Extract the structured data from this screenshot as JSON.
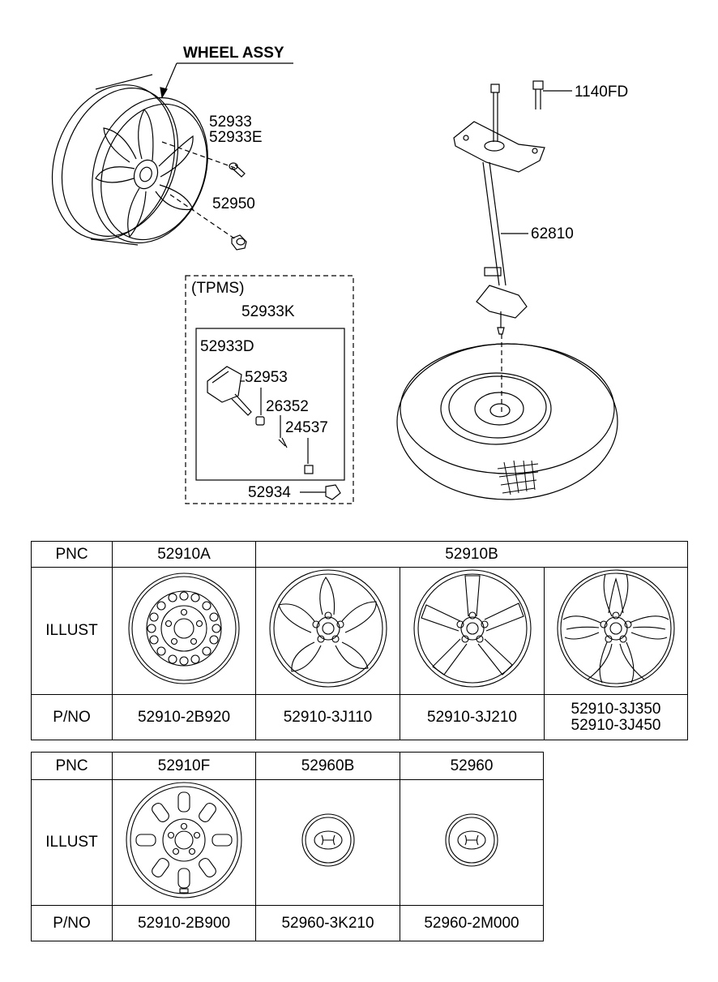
{
  "callouts": {
    "wheel_assy": "WHEEL ASSY",
    "p52933": "52933",
    "p52933E": "52933E",
    "p52950": "52950",
    "p1140FD": "1140FD",
    "p62810": "62810",
    "tpms": "(TPMS)",
    "p52933K": "52933K",
    "p52933D": "52933D",
    "p52953": "52953",
    "p26352": "26352",
    "p24537": "24537",
    "p52934": "52934"
  },
  "table1": {
    "row_labels": {
      "pnc": "PNC",
      "illust": "ILLUST",
      "pno": "P/NO"
    },
    "pnc": [
      "52910A",
      "52910B"
    ],
    "pno": [
      "52910-2B920",
      "52910-3J110",
      "52910-3J210",
      [
        "52910-3J350",
        "52910-3J450"
      ]
    ]
  },
  "table2": {
    "row_labels": {
      "pnc": "PNC",
      "illust": "ILLUST",
      "pno": "P/NO"
    },
    "pnc": [
      "52910F",
      "52960B",
      "52960"
    ],
    "pno": [
      "52910-2B900",
      "52960-3K210",
      "52960-2M000"
    ]
  }
}
